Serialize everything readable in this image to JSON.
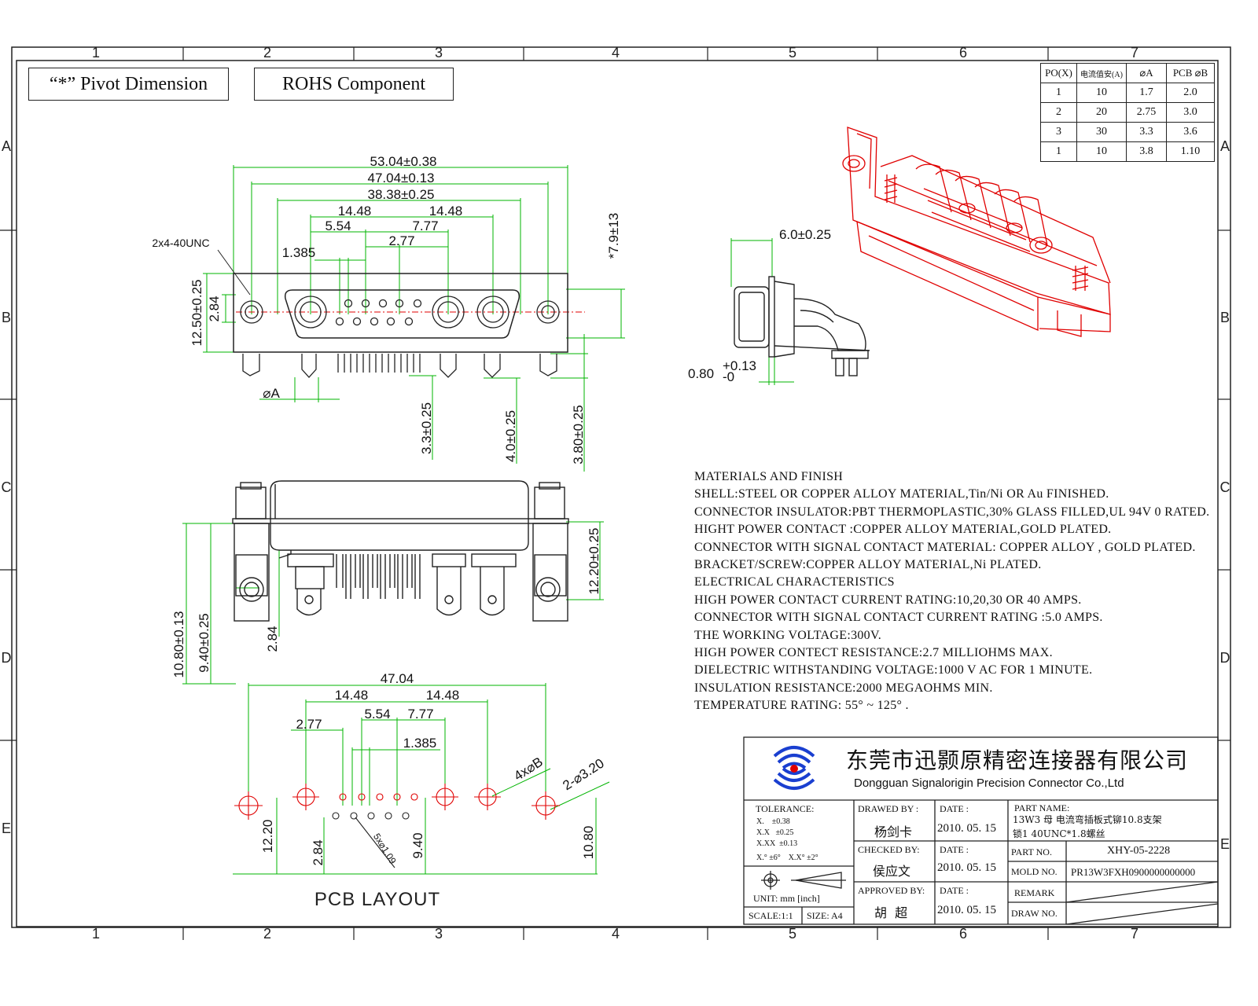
{
  "header": {
    "pivot_label": "“*” Pivot Dimension",
    "rohs_label": "ROHS Component"
  },
  "grid": {
    "columns": [
      "1",
      "2",
      "3",
      "4",
      "5",
      "6",
      "7"
    ],
    "rows": [
      "A",
      "B",
      "C",
      "D",
      "E"
    ]
  },
  "po_table": {
    "headers": [
      "PO(X)",
      "电流值安(A)",
      "⌀A",
      "PCB ⌀B"
    ],
    "rows": [
      [
        "1",
        "10",
        "1.7",
        "2.0"
      ],
      [
        "2",
        "20",
        "2.75",
        "3.0"
      ],
      [
        "3",
        "30",
        "3.3",
        "3.6"
      ],
      [
        "1",
        "10",
        "3.8",
        "1.10"
      ]
    ]
  },
  "front_view": {
    "dims": {
      "d1": "53.04±0.38",
      "d2": "47.04±0.13",
      "d3": "38.38±0.25",
      "d4": "14.48",
      "d5": "14.48",
      "d6": "5.54",
      "d7": "7.77",
      "d8": "2.77",
      "d9": "1.385",
      "screw": "2x4-40UNC",
      "h1": "12.50±0.25",
      "h2": "2.84",
      "h3": "*7.9±13",
      "phiA": "⌀A",
      "v1": "3.3±0.25",
      "v2": "4.0±0.25",
      "v3": "3.80±0.25"
    }
  },
  "side_view": {
    "d1": "6.0±0.25",
    "d2": "0.80",
    "d2_sup": "+0.13",
    "d2_sub": "-0"
  },
  "bottom_view": {
    "d1": "12.20±0.25",
    "d2": "10.80±0.13",
    "d3": "9.40±0.25",
    "d4": "2.84"
  },
  "pcb": {
    "title": "PCB LAYOUT",
    "dims": {
      "w": "47.04",
      "a": "14.48",
      "b": "14.48",
      "c": "5.54",
      "d": "7.77",
      "e": "2.77",
      "f": "1.385",
      "holes": "4x⌀B",
      "mount": "2-⌀3.20",
      "sig": "5x⌀1.09",
      "v1": "12.20",
      "v2": "2.84",
      "v3": "9.40",
      "v4": "10.80"
    }
  },
  "notes": [
    "MATERIALS AND  FINISH",
    "SHELL:STEEL OR COPPER ALLOY MATERIAL,Tin/Ni OR Au FINISHED.",
    "CONNECTOR INSULATOR:PBT THERMOPLASTIC,30% GLASS FILLED,UL 94V 0 RATED.",
    "HIGHT POWER CONTACT :COPPER ALLOY MATERIAL,GOLD PLATED.",
    "CONNECTOR WITH SIGNAL CONTACT MATERIAL: COPPER ALLOY , GOLD PLATED.",
    "BRACKET/SCREW:COPPER ALLOY MATERIAL,Ni PLATED.",
    "ELECTRICAL CHARACTERISTICS",
    "HIGH POWER CONTACT CURRENT RATING:10,20,30 OR 40 AMPS.",
    "CONNECTOR WITH SIGNAL CONTACT CURRENT RATING :5.0 AMPS.",
    "THE WORKING VOLTAGE:300V.",
    "HIGH POWER CONTECT RESISTANCE:2.7 MILLIOHMS MAX.",
    "DIELECTRIC WITHSTANDING VOLTAGE:1000 V AC FOR 1 MINUTE.",
    "INSULATION RESISTANCE:2000 MEGAOHMS MIN.",
    "TEMPERATURE RATING: 55° ~ 125° ."
  ],
  "title_block": {
    "company_cn": "东莞市迅颢原精密连接器有限公司",
    "company_en": "Dongguan Signalorigin Precision Connector Co.,Ltd",
    "tolerance_label": "TOLERANCE:",
    "tol": [
      "X.    ±0.38",
      "X.X   ±0.25",
      "X.XX  ±0.13",
      "X.° ±6°    X.X° ±2°"
    ],
    "unit": "UNIT: mm [inch]",
    "scale": "SCALE:1:1",
    "size": "SIZE: A4",
    "drawn_by_label": "DRAWED BY :",
    "drawn_by": "杨剑卡",
    "checked_by_label": "CHECKED BY:",
    "checked_by": "侯应文",
    "approved_by_label": "APPROVED BY:",
    "approved_by": "胡  超",
    "date_label": "DATE :",
    "date1": "2010. 05. 15",
    "date2": "2010. 05. 15",
    "date3": "2010. 05. 15",
    "part_name_label": "PART NAME:",
    "part_name_1": "13W3 母 电流弯插板式铆10.8支架",
    "part_name_2": "锁1 40UNC*1.8螺丝",
    "part_no_label": "PART NO.",
    "part_no": "XHY-05-2228",
    "mold_no_label": "MOLD NO.",
    "mold_no": "PR13W3FXH0900000000000",
    "remark_label": "REMARK",
    "draw_no_label": "DRAW NO."
  },
  "colors": {
    "dim": "#00b400",
    "line": "#222222",
    "iso": "#e00000"
  }
}
